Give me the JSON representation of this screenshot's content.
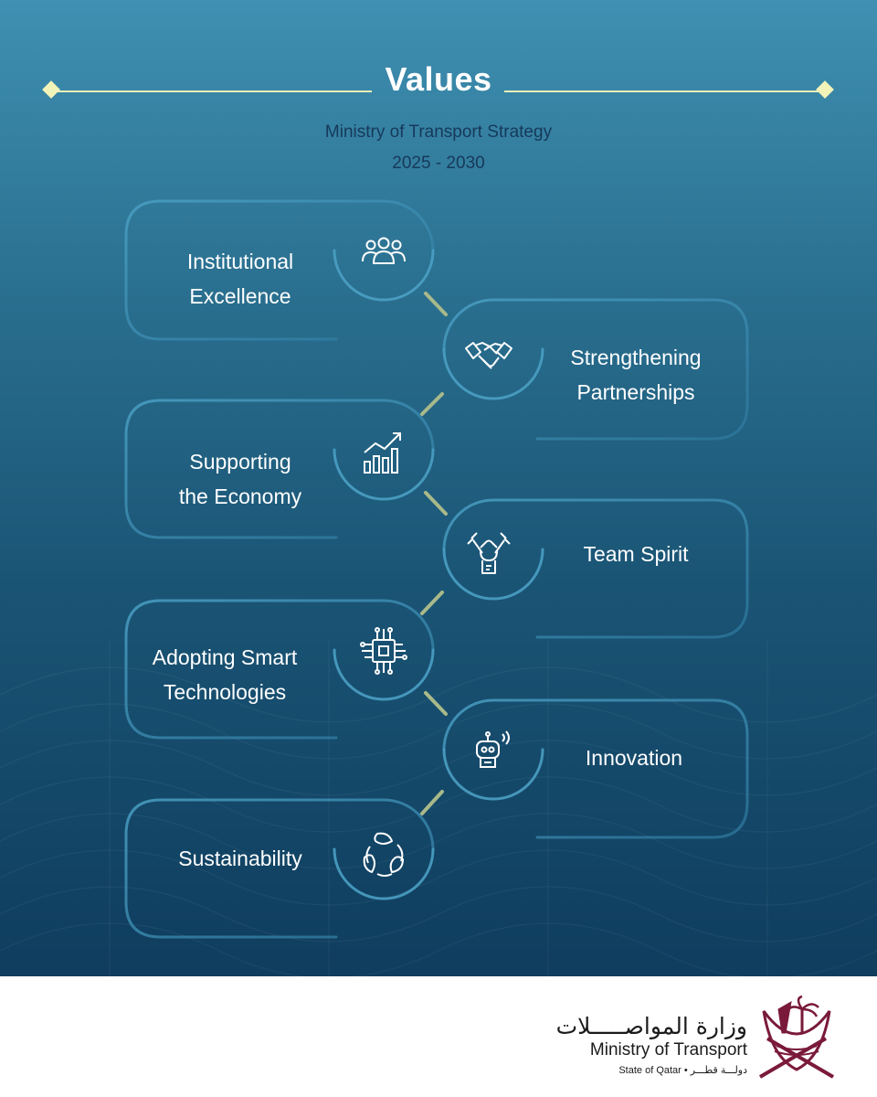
{
  "header": {
    "title": "Values",
    "subtitle_line1": "Ministry of Transport Strategy",
    "subtitle_line2": "2025 - 2030"
  },
  "values": [
    {
      "label": "Institutional\nExcellence",
      "icon": "people-group-icon"
    },
    {
      "label": "Strengthening\nPartnerships",
      "icon": "handshake-icon"
    },
    {
      "label": "Supporting\nthe Economy",
      "icon": "growth-chart-icon"
    },
    {
      "label": "Team Spirit",
      "icon": "team-hands-icon"
    },
    {
      "label": "Adopting Smart\nTechnologies",
      "icon": "microchip-icon"
    },
    {
      "label": "Innovation",
      "icon": "robot-icon"
    },
    {
      "label": "Sustainability",
      "icon": "recycle-leaves-icon"
    }
  ],
  "footer": {
    "logo_arabic": "وزارة المواصـــــلات",
    "logo_english": "Ministry of Transport",
    "logo_state": "State of Qatar • دولـــة قطـــر"
  },
  "colors": {
    "gradient_top": "#3f90b2",
    "gradient_bottom": "#0f3d5e",
    "accent_line": "#e9f0b8",
    "connector": "#a8b98a",
    "card_stroke": "#3f8fb3",
    "subtitle": "#16395a",
    "emblem": "#7a1a3a"
  }
}
